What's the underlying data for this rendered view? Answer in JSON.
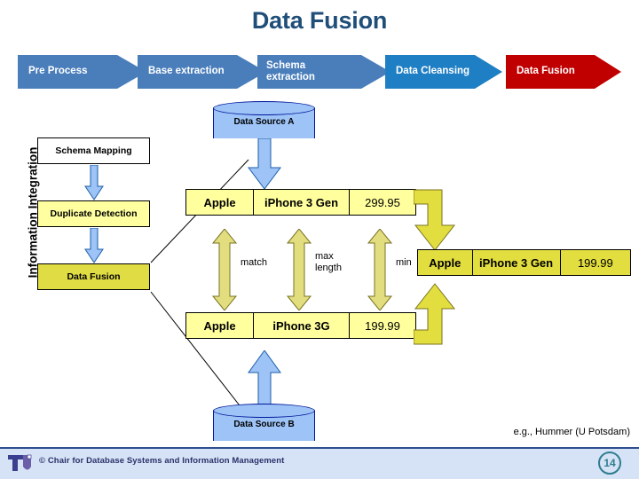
{
  "slide": {
    "title": "Data Fusion",
    "title_color": "#1F4E79"
  },
  "pipeline": {
    "steps": [
      {
        "label": "Pre Process",
        "color": "#4A7EBB"
      },
      {
        "label": "Base extraction",
        "color": "#4A7EBB"
      },
      {
        "label": "Schema extraction",
        "color": "#4A7EBB"
      },
      {
        "label": "Data Cleansing",
        "color": "#1F7FC4"
      },
      {
        "label": "Data Fusion",
        "color": "#C00000"
      }
    ]
  },
  "left_panel": {
    "vertical_label": "Information Integration",
    "boxes": [
      {
        "label": "Schema Mapping",
        "color": "#FFFFFF"
      },
      {
        "label": "Duplicate Detection",
        "color": "#FFFFA0"
      },
      {
        "label": "Data Fusion",
        "color": "#E0DC43"
      }
    ]
  },
  "sources": {
    "top": {
      "label": "Data Source A",
      "color": "#9DC3F7"
    },
    "bottom": {
      "label": "Data Source B",
      "color": "#9DC3F7"
    }
  },
  "tuples": {
    "source_a": {
      "name": "upper-tuple",
      "cells": [
        {
          "text": "Apple",
          "bold": true
        },
        {
          "text": "iPhone 3 Gen",
          "bold": true
        },
        {
          "text": "299.95",
          "bold": false
        }
      ]
    },
    "source_b": {
      "name": "lower-tuple",
      "cells": [
        {
          "text": "Apple",
          "bold": true
        },
        {
          "text": "iPhone 3G",
          "bold": true
        },
        {
          "text": "199.99",
          "bold": false
        }
      ]
    },
    "fused": {
      "name": "fused-tuple",
      "cells": [
        {
          "text": "Apple",
          "bold": true
        },
        {
          "text": "iPhone 3 Gen",
          "bold": true
        },
        {
          "text": "199.99",
          "bold": false
        }
      ]
    }
  },
  "operators": [
    {
      "label": "match"
    },
    {
      "label": "max length"
    },
    {
      "label": "min"
    }
  ],
  "annotation": {
    "note": "e.g., Hummer (U Potsdam)"
  },
  "footer": {
    "copyright": "© Chair for Database Systems and Information Management",
    "page_number": "14",
    "logo_icon": "tu-logo-icon"
  }
}
